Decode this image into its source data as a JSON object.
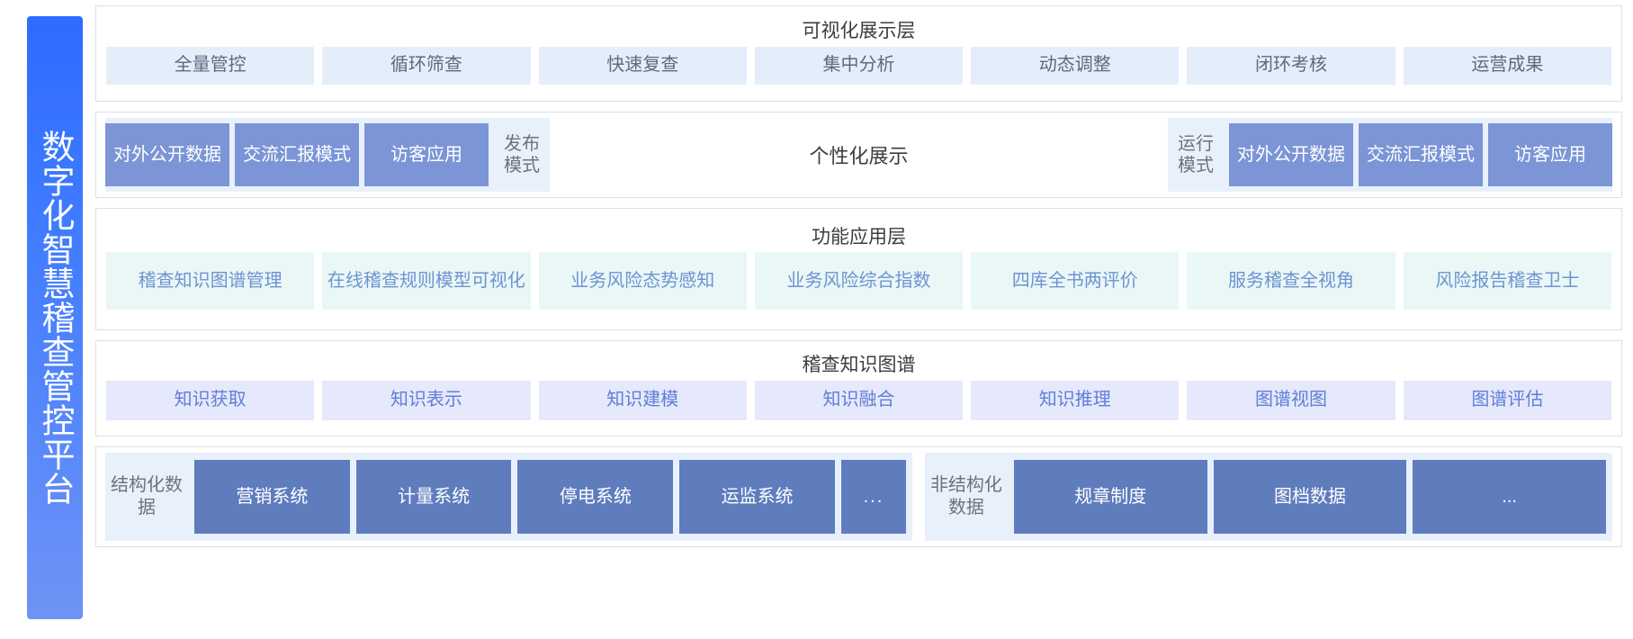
{
  "platform": {
    "title": "数字化智慧稽查管控平台",
    "brand_gradient_from": "#2f6bff",
    "brand_gradient_to": "#6f93f5"
  },
  "layers": {
    "visualization": {
      "title": "可视化展示层",
      "tile_bg": "#e4eefb",
      "tile_color": "#5c6b80",
      "tiles": [
        "全量管控",
        "循环筛查",
        "快速复查",
        "集中分析",
        "动态调整",
        "闭环考核",
        "运营成果"
      ]
    },
    "personalization": {
      "center_label": "个性化展示",
      "tile_bg": "#7b95d6",
      "group_bg": "#e8f1fb",
      "left_group": {
        "mode_label": "发布模式",
        "tiles": [
          "对外公开数据",
          "交流汇报模式",
          "访客应用"
        ]
      },
      "right_group": {
        "mode_label": "运行模式",
        "tiles": [
          "对外公开数据",
          "交流汇报模式",
          "访客应用"
        ]
      }
    },
    "functional": {
      "title": "功能应用层",
      "tile_bg": "#e9f7f6",
      "tile_color": "#6f93d2",
      "tiles": [
        "稽查知识图谱管理",
        "在线稽查规则模型可视化",
        "业务风险态势感知",
        "业务风险综合指数",
        "四库全书两评价",
        "服务稽查全视角",
        "风险报告稽查卫士"
      ]
    },
    "knowledge_graph": {
      "title": "稽查知识图谱",
      "tile_bg": "#e6e8fb",
      "tile_color": "#5f7fd8",
      "tiles": [
        "知识获取",
        "知识表示",
        "知识建模",
        "知识融合",
        "知识推理",
        "图谱视图",
        "图谱评估"
      ]
    },
    "data_sources": {
      "tile_bg": "#5f7cbd",
      "group_bg": "#e8f1fb",
      "structured": {
        "label": "结构化数据",
        "tiles": [
          "营销系统",
          "计量系统",
          "停电系统",
          "运监系统",
          "..."
        ]
      },
      "unstructured": {
        "label": "非结构化数据",
        "tiles": [
          "规章制度",
          "图档数据",
          "..."
        ]
      }
    }
  }
}
